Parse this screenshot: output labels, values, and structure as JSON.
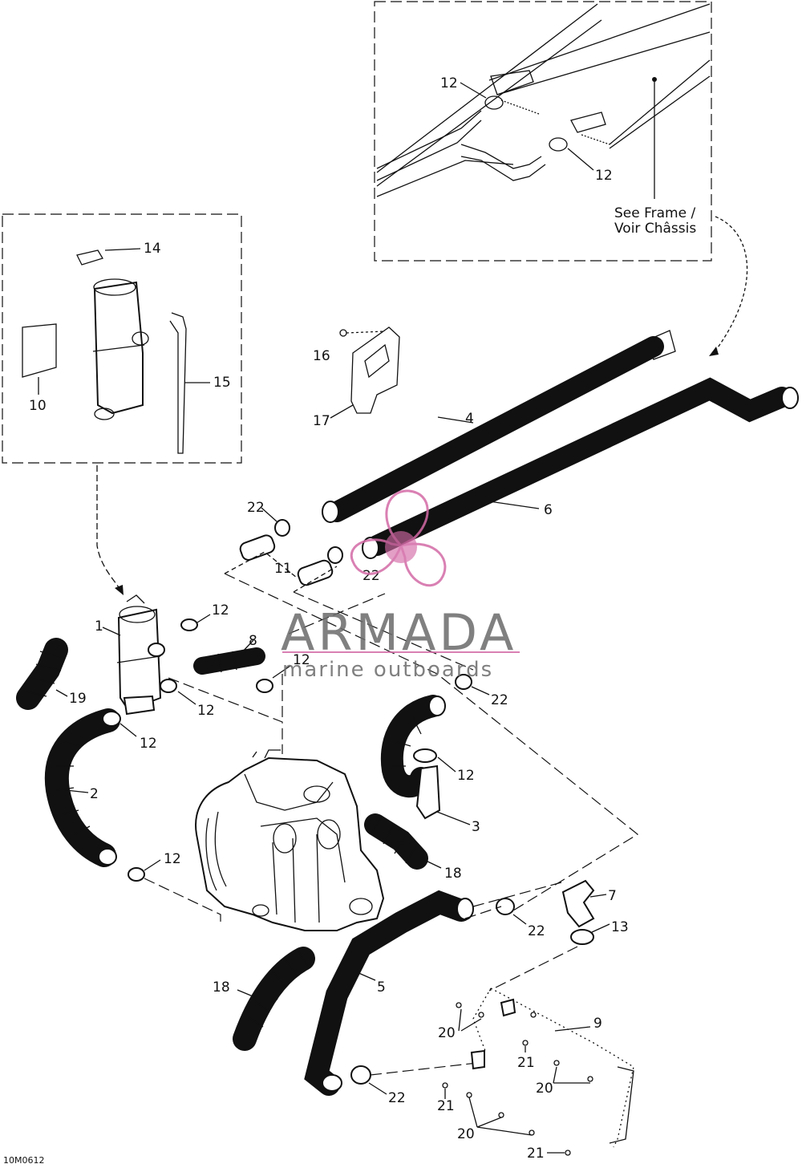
{
  "reference_code": "10M0612",
  "see_frame": [
    "See Frame /",
    "Voir Châssis"
  ],
  "watermark": {
    "brand": "ARMADA",
    "tagline": "marine outboards",
    "color": "#d36aa6",
    "text_color": "#6b6b6b"
  },
  "callouts": [
    {
      "id": "c12a",
      "text": "12"
    },
    {
      "id": "c12b",
      "text": "12"
    },
    {
      "id": "c14",
      "text": "14"
    },
    {
      "id": "c10",
      "text": "10"
    },
    {
      "id": "c15",
      "text": "15"
    },
    {
      "id": "c16",
      "text": "16"
    },
    {
      "id": "c17",
      "text": "17"
    },
    {
      "id": "c4",
      "text": "4"
    },
    {
      "id": "c6",
      "text": "6"
    },
    {
      "id": "c22a",
      "text": "22"
    },
    {
      "id": "c22b",
      "text": "22"
    },
    {
      "id": "c11",
      "text": "11"
    },
    {
      "id": "c1",
      "text": "1"
    },
    {
      "id": "c12c",
      "text": "12"
    },
    {
      "id": "c8",
      "text": "8"
    },
    {
      "id": "c12d",
      "text": "12"
    },
    {
      "id": "c19",
      "text": "19"
    },
    {
      "id": "c12e",
      "text": "12"
    },
    {
      "id": "c22c",
      "text": "22"
    },
    {
      "id": "c12f",
      "text": "12"
    },
    {
      "id": "c2",
      "text": "2"
    },
    {
      "id": "c12g",
      "text": "12"
    },
    {
      "id": "c3",
      "text": "3"
    },
    {
      "id": "c12h",
      "text": "12"
    },
    {
      "id": "c18a",
      "text": "18"
    },
    {
      "id": "c7",
      "text": "7"
    },
    {
      "id": "c22d",
      "text": "22"
    },
    {
      "id": "c13",
      "text": "13"
    },
    {
      "id": "c18b",
      "text": "18"
    },
    {
      "id": "c5",
      "text": "5"
    },
    {
      "id": "c9",
      "text": "9"
    },
    {
      "id": "c20a",
      "text": "20"
    },
    {
      "id": "c21a",
      "text": "21"
    },
    {
      "id": "c20b",
      "text": "20"
    },
    {
      "id": "c22e",
      "text": "22"
    },
    {
      "id": "c21b",
      "text": "21"
    },
    {
      "id": "c20c",
      "text": "20"
    },
    {
      "id": "c21c",
      "text": "21"
    }
  ]
}
